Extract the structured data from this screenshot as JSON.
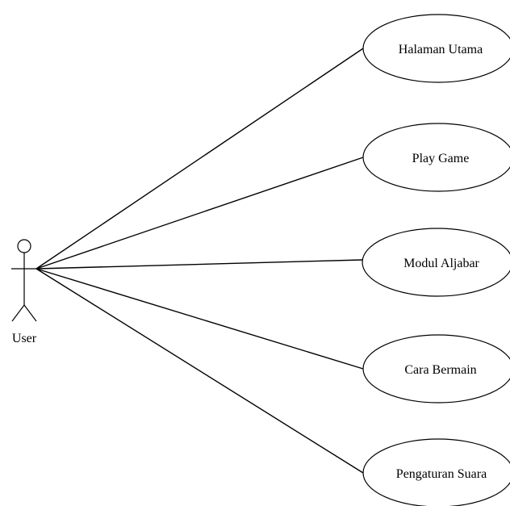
{
  "diagram": {
    "type": "use-case",
    "actor": {
      "label": "User",
      "icon": "stick-figure-icon"
    },
    "use_cases": [
      {
        "id": "halaman-utama",
        "label": "Halaman Utama"
      },
      {
        "id": "play-game",
        "label": "Play Game"
      },
      {
        "id": "modul-aljabar",
        "label": "Modul Aljabar"
      },
      {
        "id": "cara-bermain",
        "label": "Cara Bermain"
      },
      {
        "id": "pengaturan-suara",
        "label": "Pengaturan Suara"
      }
    ],
    "associations": [
      {
        "from": "actor",
        "to": "halaman-utama"
      },
      {
        "from": "actor",
        "to": "play-game"
      },
      {
        "from": "actor",
        "to": "modul-aljabar"
      },
      {
        "from": "actor",
        "to": "cara-bermain"
      },
      {
        "from": "actor",
        "to": "pengaturan-suara"
      }
    ]
  }
}
